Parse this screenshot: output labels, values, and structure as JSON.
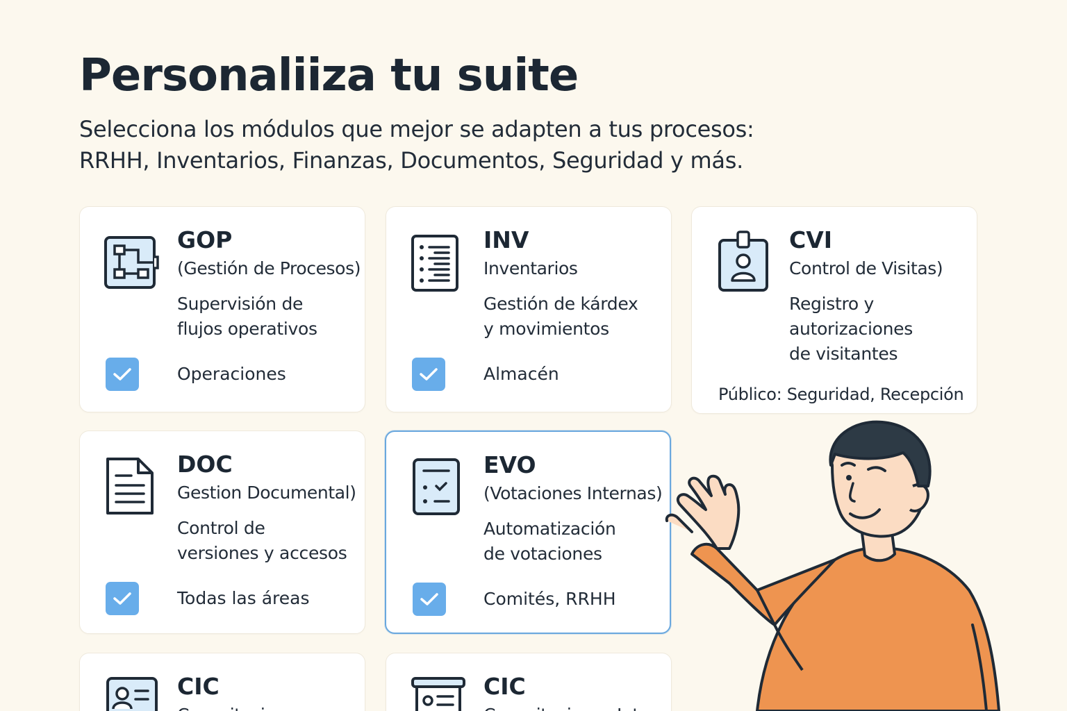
{
  "page": {
    "title": "Personaliiza tu suite",
    "subtitle_line1": "Selecciona los módulos que mejor se adapten a tus procesos:",
    "subtitle_line2": "RRHH, Inventarios, Finanzas, Documentos, Seguridad y más."
  },
  "colors": {
    "background": "#fcf8ee",
    "card": "#ffffff",
    "checkbox": "#68adea",
    "selected_border": "#6aa8de",
    "icon_fill": "#d9ebf9",
    "shirt": "#ee9450",
    "skin": "#fbdcc3",
    "hair": "#2d3a45"
  },
  "modules": [
    {
      "code": "GOP",
      "name": "(Gestión de Procesos)",
      "desc_line1": "Supervisión de",
      "desc_line2": "flujos operativos",
      "area": "Operaciones",
      "checked": true,
      "icon": "process-flow-icon"
    },
    {
      "code": "INV",
      "name": "Inventarios",
      "desc_line1": "Gestión de kárdex",
      "desc_line2": "y movimientos",
      "area": "Almacén",
      "checked": true,
      "icon": "checklist-icon"
    },
    {
      "code": "CVI",
      "name": "Control de Visitas)",
      "desc_line1": "Registro y",
      "desc_line2": "autorizaciones",
      "desc_line3": "de visitantes",
      "public": "Público: Seguridad, Recepción",
      "checked": false,
      "icon": "id-badge-icon"
    },
    {
      "code": "DOC",
      "name": "Gestion Documental)",
      "desc_line1": "Control de",
      "desc_line2": "versiones y accesos",
      "area": "Todas las áreas",
      "checked": true,
      "icon": "document-icon"
    },
    {
      "code": "EVO",
      "name": "(Votaciones Internas)",
      "desc_line1": "Automatización",
      "desc_line2": "de votaciones",
      "area": "Comités, RRHH",
      "checked": true,
      "selected": true,
      "icon": "ballot-icon"
    },
    {
      "code": "CIC",
      "name": "Capacitaciones",
      "icon": "contact-card-icon"
    },
    {
      "code": "CIC",
      "name": "Capacitaciones Internas)",
      "icon": "presentation-board-icon"
    }
  ]
}
